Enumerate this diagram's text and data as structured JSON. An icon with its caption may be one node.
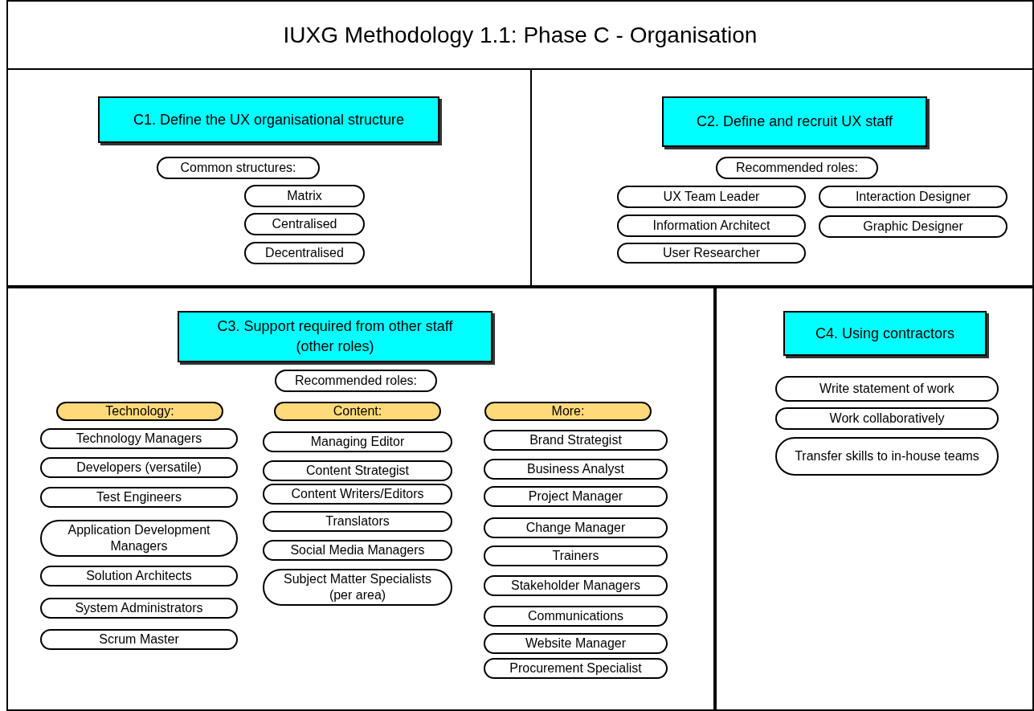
{
  "diagram": {
    "title": "IUXG Methodology 1.1: Phase C - Organisation",
    "nodes": [
      {
        "text": [],
        "shape": "box"
      },
      {
        "text": [
          "C1. Define the UX organisational structure"
        ],
        "in": 0
      },
      {
        "text": [
          "Common structures:"
        ],
        "in": 0
      },
      {
        "text": [
          "Matrix"
        ],
        "in": 0
      },
      {
        "text": [
          "Centralised"
        ],
        "in": 0
      },
      {
        "text": [
          "Decentralised"
        ],
        "in": 0
      },
      {
        "text": [],
        "shape": "box"
      },
      {
        "text": [
          "C2. Define and recruit UX staff"
        ],
        "in": 6
      },
      {
        "text": [
          "Recommended roles:"
        ],
        "in": 6
      },
      {
        "text": [
          "UX Team Leader"
        ],
        "in": 6
      },
      {
        "text": [
          "Interaction Designer"
        ],
        "in": 6
      },
      {
        "text": [
          "Information Architect"
        ],
        "in": 6
      },
      {
        "text": [
          "Graphic Designer"
        ],
        "in": 6
      },
      {
        "text": [
          "User Researcher"
        ],
        "in": 6
      },
      {
        "text": [],
        "shape": "box"
      },
      {
        "text": [
          "C3. Support required from other staff (other roles)"
        ],
        "in": 14
      },
      {
        "text": [
          "Recommended roles:"
        ],
        "in": 14
      },
      {
        "text": [
          "Technology:"
        ],
        "in": 14
      },
      {
        "text": [
          "Content:"
        ],
        "in": 14
      },
      {
        "text": [
          "More:"
        ],
        "in": 14
      },
      {
        "text": [
          "Technology Managers"
        ],
        "in": 14
      },
      {
        "text": [
          "Developers (versatile)"
        ],
        "in": 14
      },
      {
        "text": [
          "Test Engineers"
        ],
        "in": 14
      },
      {
        "text": [
          "Application Development Managers"
        ],
        "in": 14
      },
      {
        "text": [
          "Solution Architects"
        ],
        "in": 14
      },
      {
        "text": [
          "System Administrators"
        ],
        "in": 14
      },
      {
        "text": [
          "Scrum Master"
        ],
        "in": 14
      },
      {
        "text": [
          "Managing Editor"
        ],
        "in": 14
      },
      {
        "text": [
          "Content Strategist"
        ],
        "in": 14
      },
      {
        "text": [
          "Content Writers/Editors"
        ],
        "in": 14
      },
      {
        "text": [
          "Translators"
        ],
        "in": 14
      },
      {
        "text": [
          "Social Media Managers"
        ],
        "in": 14
      },
      {
        "text": [
          "Subject Matter Specialists (per area)"
        ],
        "in": 14
      },
      {
        "text": [
          "Brand Strategist"
        ],
        "in": 14
      },
      {
        "text": [
          "Business Analyst"
        ],
        "in": 14
      },
      {
        "text": [
          "Project Manager"
        ],
        "in": 14
      },
      {
        "text": [
          "Change Manager"
        ],
        "in": 14
      },
      {
        "text": [
          "Trainers"
        ],
        "in": 14
      },
      {
        "text": [
          "Stakeholder Managers"
        ],
        "in": 14
      },
      {
        "text": [
          "Communications"
        ],
        "in": 14
      },
      {
        "text": [
          "Website Manager"
        ],
        "in": 14
      },
      {
        "text": [
          "Procurement Specialist"
        ],
        "in": 14
      },
      {
        "text": [],
        "shape": "box"
      },
      {
        "text": [
          "C4. Using contractors"
        ],
        "in": 42
      },
      {
        "text": [
          "Write statement of work"
        ],
        "in": 42
      },
      {
        "text": [
          "Work collaboratively"
        ],
        "in": 42
      },
      {
        "text": [
          "Transfer skills to in-house teams"
        ],
        "in": 42
      }
    ],
    "edges": []
  }
}
